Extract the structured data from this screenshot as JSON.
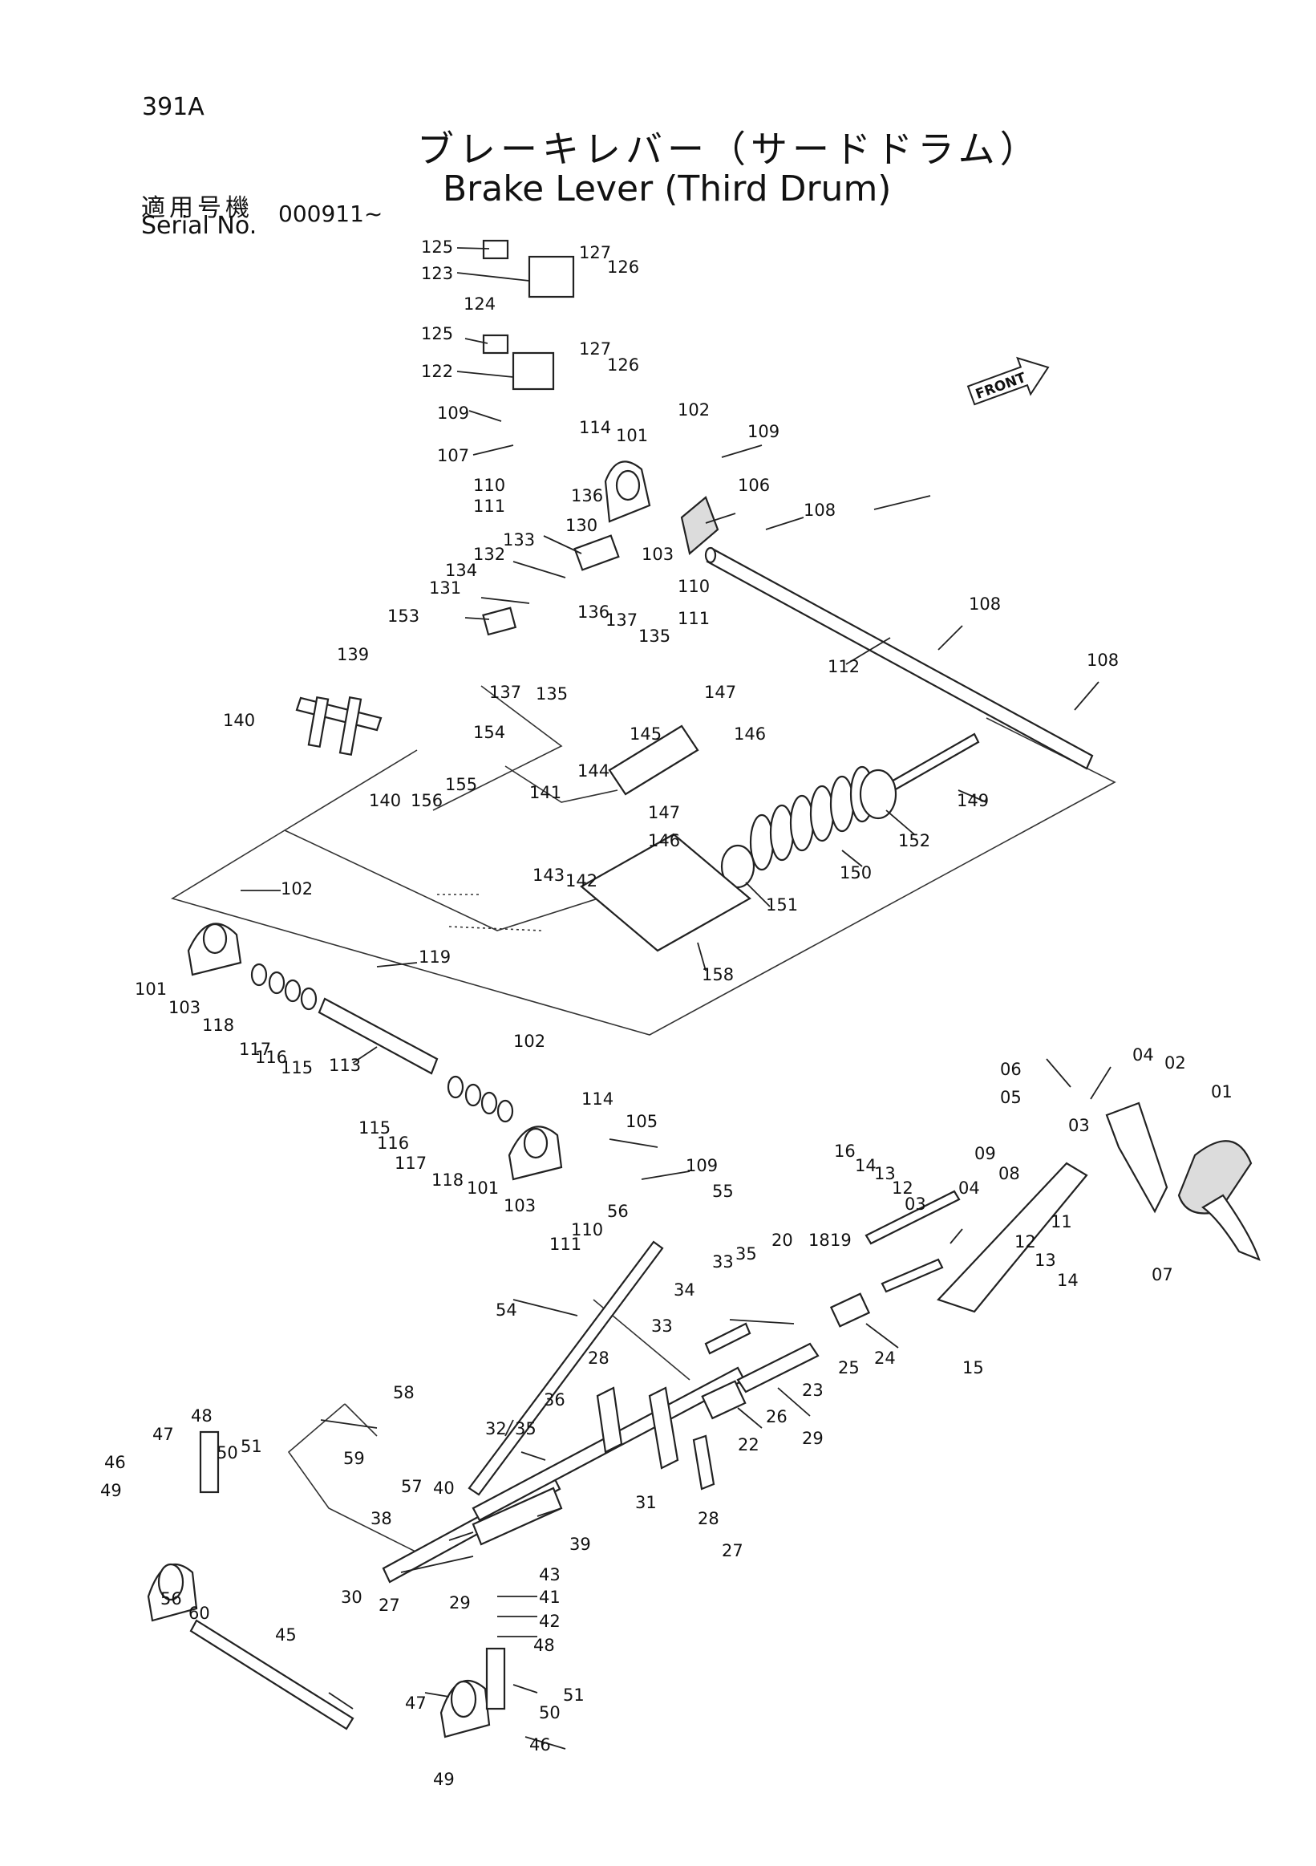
{
  "page_code": "391A",
  "title_jp": "ブレーキレバー（サードドラム）",
  "title_en": "Brake Lever (Third Drum)",
  "serial_label_jp": "適用号機",
  "serial_label_en": "Serial No.",
  "serial_value": "000911~",
  "front_tag": "FRONT",
  "callouts": [
    {
      "id": "c125a",
      "text": "125"
    },
    {
      "id": "c123",
      "text": "123"
    },
    {
      "id": "c127a",
      "text": "127"
    },
    {
      "id": "c126a",
      "text": "126"
    },
    {
      "id": "c124",
      "text": "124"
    },
    {
      "id": "c125b",
      "text": "125"
    },
    {
      "id": "c127b",
      "text": "127"
    },
    {
      "id": "c126b",
      "text": "126"
    },
    {
      "id": "c122",
      "text": "122"
    },
    {
      "id": "c109a",
      "text": "109"
    },
    {
      "id": "c114a",
      "text": "114"
    },
    {
      "id": "c101a",
      "text": "101"
    },
    {
      "id": "c102a",
      "text": "102"
    },
    {
      "id": "c109b",
      "text": "109"
    },
    {
      "id": "c107",
      "text": "107"
    },
    {
      "id": "c106",
      "text": "106"
    },
    {
      "id": "c110a",
      "text": "110"
    },
    {
      "id": "c111a",
      "text": "111"
    },
    {
      "id": "c136a",
      "text": "136"
    },
    {
      "id": "c108a",
      "text": "108"
    },
    {
      "id": "c130",
      "text": "130"
    },
    {
      "id": "c133",
      "text": "133"
    },
    {
      "id": "c103a",
      "text": "103"
    },
    {
      "id": "c132",
      "text": "132"
    },
    {
      "id": "c110b",
      "text": "110"
    },
    {
      "id": "c134",
      "text": "134"
    },
    {
      "id": "c111b",
      "text": "111"
    },
    {
      "id": "c136b",
      "text": "136"
    },
    {
      "id": "c131",
      "text": "131"
    },
    {
      "id": "c137a",
      "text": "137"
    },
    {
      "id": "c135a",
      "text": "135"
    },
    {
      "id": "c108b",
      "text": "108"
    },
    {
      "id": "c153",
      "text": "153"
    },
    {
      "id": "c112",
      "text": "112"
    },
    {
      "id": "c139",
      "text": "139"
    },
    {
      "id": "c108c",
      "text": "108"
    },
    {
      "id": "c137b",
      "text": "137"
    },
    {
      "id": "c135b",
      "text": "135"
    },
    {
      "id": "c140a",
      "text": "140"
    },
    {
      "id": "c154",
      "text": "154"
    },
    {
      "id": "c147a",
      "text": "147"
    },
    {
      "id": "c146a",
      "text": "146"
    },
    {
      "id": "c145",
      "text": "145"
    },
    {
      "id": "c144",
      "text": "144"
    },
    {
      "id": "c155",
      "text": "155"
    },
    {
      "id": "c149",
      "text": "149"
    },
    {
      "id": "c140b",
      "text": "140"
    },
    {
      "id": "c156",
      "text": "156"
    },
    {
      "id": "c141",
      "text": "141"
    },
    {
      "id": "c147b",
      "text": "147"
    },
    {
      "id": "c152",
      "text": "152"
    },
    {
      "id": "c146b",
      "text": "146"
    },
    {
      "id": "c150",
      "text": "150"
    },
    {
      "id": "c143",
      "text": "143"
    },
    {
      "id": "c142",
      "text": "142"
    },
    {
      "id": "c151",
      "text": "151"
    },
    {
      "id": "c102b",
      "text": "102"
    },
    {
      "id": "c158",
      "text": "158"
    },
    {
      "id": "c119",
      "text": "119"
    },
    {
      "id": "c101b",
      "text": "101"
    },
    {
      "id": "c103b",
      "text": "103"
    },
    {
      "id": "c118a",
      "text": "118"
    },
    {
      "id": "c117a",
      "text": "117"
    },
    {
      "id": "c116a",
      "text": "116"
    },
    {
      "id": "c115a",
      "text": "115"
    },
    {
      "id": "c102c",
      "text": "102"
    },
    {
      "id": "c113",
      "text": "113"
    },
    {
      "id": "c06",
      "text": "06"
    },
    {
      "id": "c04a",
      "text": "04"
    },
    {
      "id": "c02",
      "text": "02"
    },
    {
      "id": "c01",
      "text": "01"
    },
    {
      "id": "c05",
      "text": "05"
    },
    {
      "id": "c03a",
      "text": "03"
    },
    {
      "id": "c115b",
      "text": "115"
    },
    {
      "id": "c114b",
      "text": "114"
    },
    {
      "id": "c105",
      "text": "105"
    },
    {
      "id": "c116b",
      "text": "116"
    },
    {
      "id": "c117b",
      "text": "117"
    },
    {
      "id": "c118b",
      "text": "118"
    },
    {
      "id": "c101c",
      "text": "101"
    },
    {
      "id": "c109c",
      "text": "109"
    },
    {
      "id": "c103c",
      "text": "103"
    },
    {
      "id": "c16",
      "text": "16"
    },
    {
      "id": "c14a",
      "text": "14"
    },
    {
      "id": "c13a",
      "text": "13"
    },
    {
      "id": "c12a",
      "text": "12"
    },
    {
      "id": "c03b",
      "text": "03"
    },
    {
      "id": "c04b",
      "text": "04"
    },
    {
      "id": "c09",
      "text": "09"
    },
    {
      "id": "c08",
      "text": "08"
    },
    {
      "id": "c11",
      "text": "11"
    },
    {
      "id": "c07",
      "text": "07"
    },
    {
      "id": "c55",
      "text": "55"
    },
    {
      "id": "c56a",
      "text": "56"
    },
    {
      "id": "c110c",
      "text": "110"
    },
    {
      "id": "c111c",
      "text": "111"
    },
    {
      "id": "c20",
      "text": "20"
    },
    {
      "id": "c18",
      "text": "18"
    },
    {
      "id": "c19",
      "text": "19"
    },
    {
      "id": "c33a",
      "text": "33"
    },
    {
      "id": "c35a",
      "text": "35"
    },
    {
      "id": "c34",
      "text": "34"
    },
    {
      "id": "c12b",
      "text": "12"
    },
    {
      "id": "c13b",
      "text": "13"
    },
    {
      "id": "c14b",
      "text": "14"
    },
    {
      "id": "c54",
      "text": "54"
    },
    {
      "id": "c33b",
      "text": "33"
    },
    {
      "id": "c15",
      "text": "15"
    },
    {
      "id": "c24",
      "text": "24"
    },
    {
      "id": "c25",
      "text": "25"
    },
    {
      "id": "c28a",
      "text": "28"
    },
    {
      "id": "c23",
      "text": "23"
    },
    {
      "id": "c36",
      "text": "36"
    },
    {
      "id": "c58",
      "text": "58"
    },
    {
      "id": "c26",
      "text": "26"
    },
    {
      "id": "c48a",
      "text": "48"
    },
    {
      "id": "c32",
      "text": "32"
    },
    {
      "id": "c35b",
      "text": "35"
    },
    {
      "id": "c47a",
      "text": "47"
    },
    {
      "id": "c51a",
      "text": "51"
    },
    {
      "id": "c50a",
      "text": "50"
    },
    {
      "id": "c59",
      "text": "59"
    },
    {
      "id": "c22",
      "text": "22"
    },
    {
      "id": "c29a",
      "text": "29"
    },
    {
      "id": "c46a",
      "text": "46"
    },
    {
      "id": "c57",
      "text": "57"
    },
    {
      "id": "c40",
      "text": "40"
    },
    {
      "id": "c31",
      "text": "31"
    },
    {
      "id": "c49a",
      "text": "49"
    },
    {
      "id": "c38",
      "text": "38"
    },
    {
      "id": "c28b",
      "text": "28"
    },
    {
      "id": "c27a",
      "text": "27"
    },
    {
      "id": "c39",
      "text": "39"
    },
    {
      "id": "c56b",
      "text": "56"
    },
    {
      "id": "c43",
      "text": "43"
    },
    {
      "id": "c60",
      "text": "60"
    },
    {
      "id": "c30",
      "text": "30"
    },
    {
      "id": "c41",
      "text": "41"
    },
    {
      "id": "c27b",
      "text": "27"
    },
    {
      "id": "c29b",
      "text": "29"
    },
    {
      "id": "c42",
      "text": "42"
    },
    {
      "id": "c45",
      "text": "45"
    },
    {
      "id": "c48b",
      "text": "48"
    },
    {
      "id": "c51b",
      "text": "51"
    },
    {
      "id": "c47b",
      "text": "47"
    },
    {
      "id": "c50b",
      "text": "50"
    },
    {
      "id": "c46b",
      "text": "46"
    },
    {
      "id": "c49b",
      "text": "49"
    }
  ]
}
